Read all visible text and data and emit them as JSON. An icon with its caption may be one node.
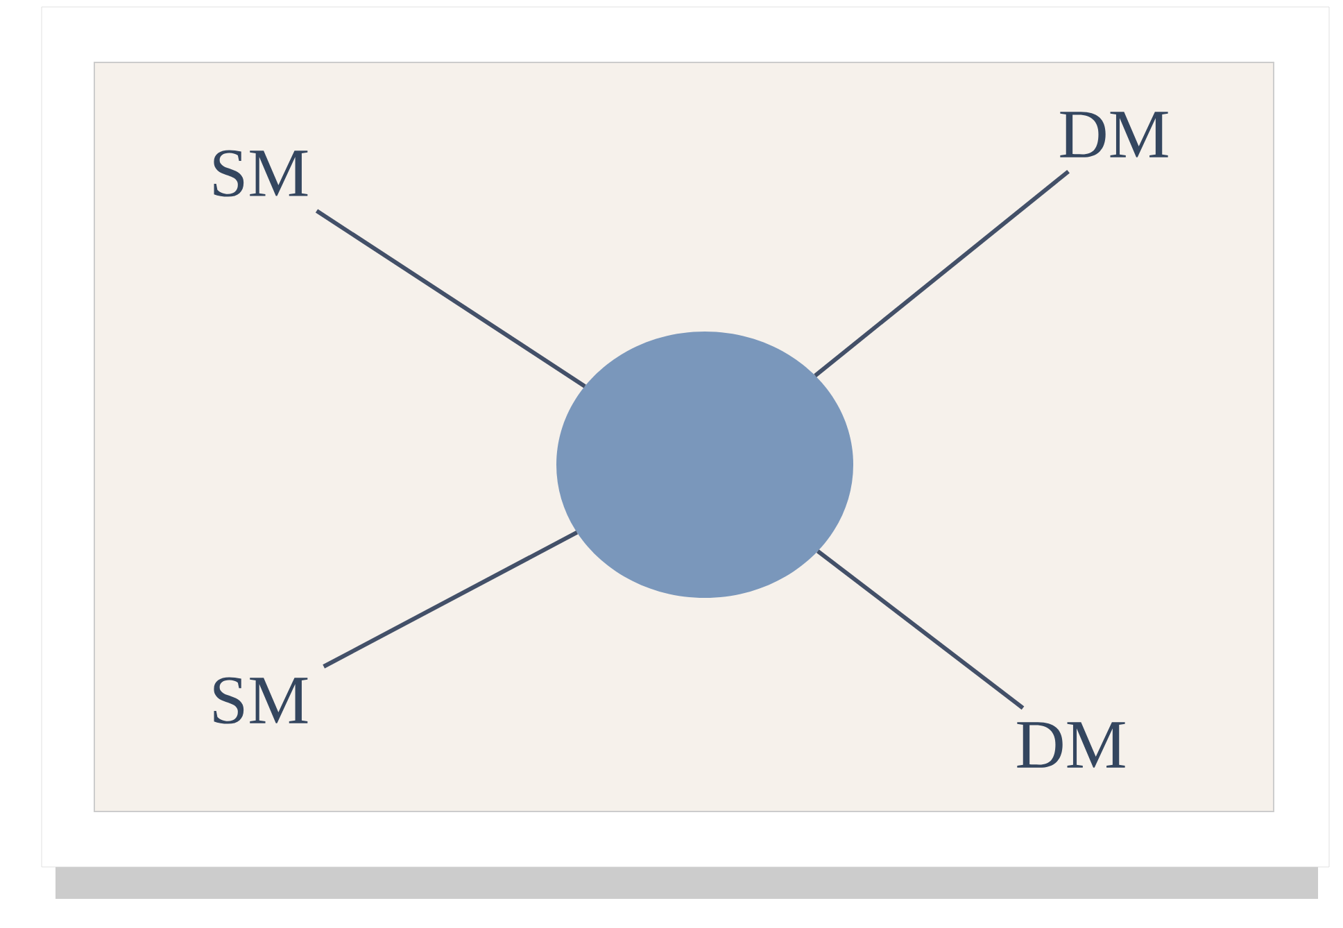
{
  "diagram": {
    "nodes": [
      {
        "text": [
          "SM"
        ]
      },
      {
        "text": [
          "DM"
        ]
      },
      {
        "text": [],
        "shape": "circle"
      },
      {
        "text": [
          "SM"
        ]
      },
      {
        "text": [
          "DM"
        ]
      }
    ],
    "edges": [
      {
        "from": 0,
        "to": 2,
        "arrow": "none"
      },
      {
        "from": 2,
        "to": 1,
        "arrow": "none"
      },
      {
        "from": 3,
        "to": 2,
        "arrow": "none"
      },
      {
        "from": 2,
        "to": 4,
        "arrow": "none"
      }
    ]
  }
}
